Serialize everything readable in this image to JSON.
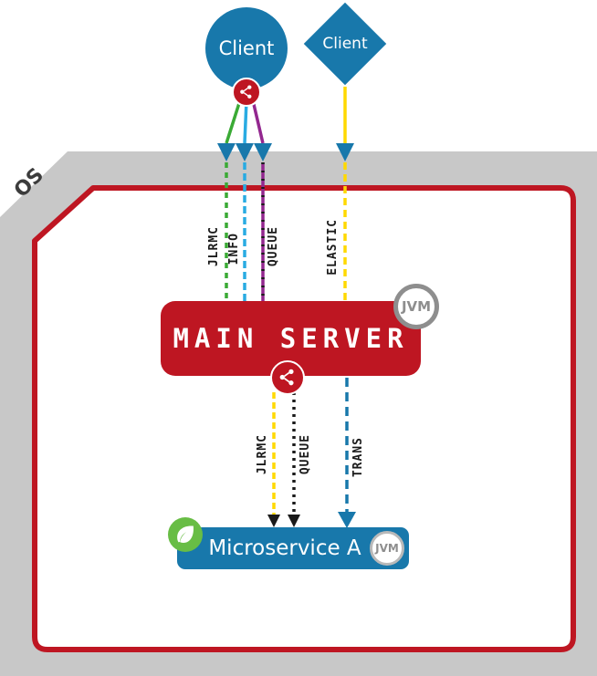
{
  "diagram": {
    "os_label": "OS",
    "clients": {
      "circle_label": "Client",
      "diamond_label": "Client"
    },
    "main_server": {
      "label": "MAIN SERVER",
      "jvm_badge": "JVM"
    },
    "microservice": {
      "label": "Microservice A",
      "jvm_badge": "JVM"
    },
    "edges_top": [
      {
        "label": "JLRMC",
        "color": "#3aaa35",
        "style": "dotted"
      },
      {
        "label": "INFO",
        "color": "#29abe2",
        "style": "dashed"
      },
      {
        "label": "QUEUE",
        "color": "#93278f",
        "style": "dotted"
      },
      {
        "label": "ELASTIC",
        "color": "#ffd900",
        "style": "dashed"
      }
    ],
    "edges_bottom": [
      {
        "label": "JLRMC",
        "color": "#ffd900",
        "style": "dashed"
      },
      {
        "label": "QUEUE",
        "color": "#1a1a1a",
        "style": "dotted"
      },
      {
        "label": "TRANS",
        "color": "#1878ab",
        "style": "dashed"
      }
    ],
    "icons": {
      "share": "share-network-icon",
      "spring": "spring-leaf-icon"
    }
  },
  "colors": {
    "blue": "#1878ab",
    "red": "#be1622",
    "green": "#3aaa35",
    "cyan": "#29abe2",
    "purple": "#93278f",
    "yellow": "#ffd900",
    "spring": "#68bd45"
  }
}
